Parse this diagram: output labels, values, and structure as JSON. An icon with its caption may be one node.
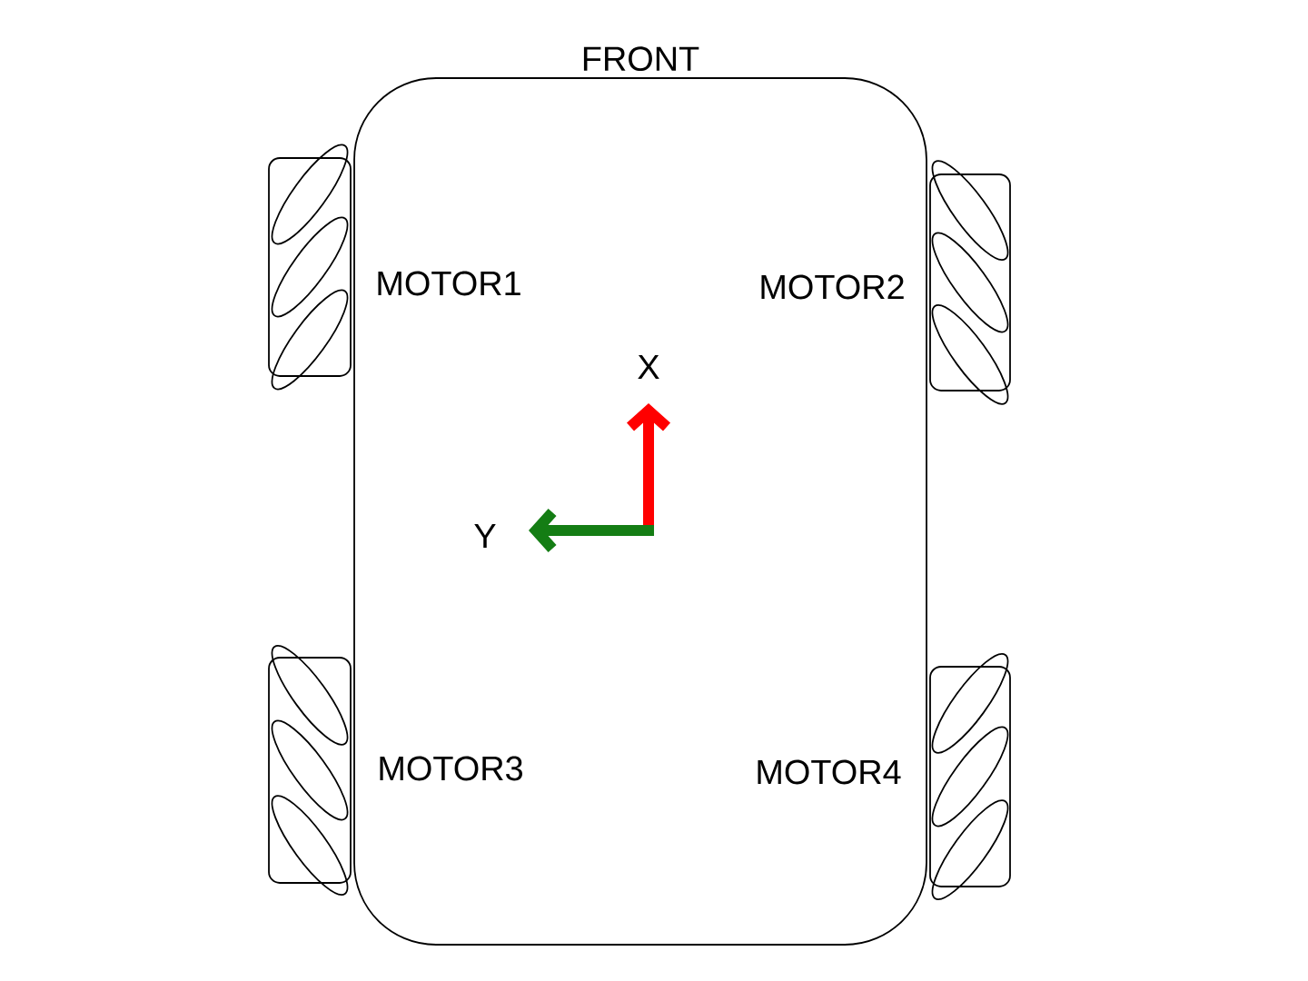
{
  "diagram": {
    "nodes": [
      {
        "text": [
          "FRONT"
        ]
      }
    ],
    "labels": [
      "MOTOR1",
      "MOTOR2",
      "X",
      "Y",
      "MOTOR3",
      "MOTOR4"
    ]
  }
}
